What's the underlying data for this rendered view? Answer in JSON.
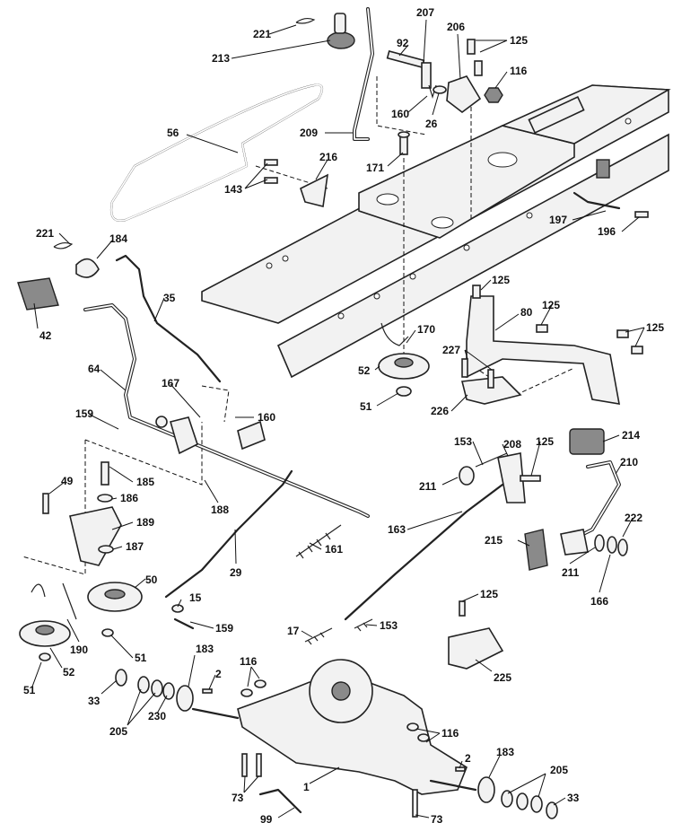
{
  "callouts": {
    "p221a": "221",
    "p213": "213",
    "p207": "207",
    "p206": "206",
    "p125a": "125",
    "p92": "92",
    "p116a": "116",
    "p160a": "160",
    "p26": "26",
    "p56": "56",
    "p209": "209",
    "p171": "171",
    "p216": "216",
    "p143": "143",
    "p197": "197",
    "p196": "196",
    "p221b": "221",
    "p184": "184",
    "p42": "42",
    "p35": "35",
    "p125b": "125",
    "p80": "80",
    "p125c": "125",
    "p125d": "125",
    "p170": "170",
    "p227": "227",
    "p52a": "52",
    "p51a": "51",
    "p226": "226",
    "p64": "64",
    "p167": "167",
    "p159a": "159",
    "p160b": "160",
    "p153a": "153",
    "p208": "208",
    "p125e": "125",
    "p214": "214",
    "p211a": "211",
    "p210": "210",
    "p49": "49",
    "p185": "185",
    "p186": "186",
    "p188": "188",
    "p189": "189",
    "p187": "187",
    "p161": "161",
    "p163": "163",
    "p222": "222",
    "p215": "215",
    "p211b": "211",
    "p166": "166",
    "p50": "50",
    "p29": "29",
    "p15": "15",
    "p159b": "159",
    "p125f": "125",
    "p17": "17",
    "p153b": "153",
    "p190": "190",
    "p51b": "51",
    "p52b": "52",
    "p51c": "51",
    "p183a": "183",
    "p2a": "2",
    "p116b": "116",
    "p225": "225",
    "p33a": "33",
    "p205a": "205",
    "p230": "230",
    "p116c": "116",
    "p2b": "2",
    "p183b": "183",
    "p205b": "205",
    "p1": "1",
    "p73a": "73",
    "p33b": "33",
    "p99": "99",
    "p73b": "73"
  }
}
